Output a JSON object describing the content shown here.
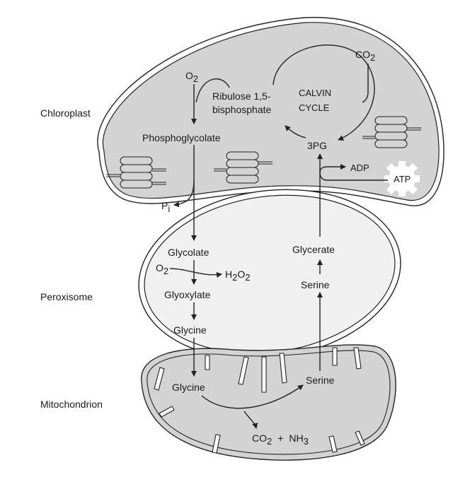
{
  "organelles": {
    "chloroplast": "Chloroplast",
    "peroxisome": "Peroxisome",
    "mitochondrion": "Mitochondrion"
  },
  "chloroplast": {
    "o2": "O",
    "o2_sub": "2",
    "rubp_line1": "Ribulose 1,5-",
    "rubp_line2": "bisphosphate",
    "calvin_line1": "CALVIN",
    "calvin_line2": "CYCLE",
    "co2": "CO",
    "co2_sub": "2",
    "phosphoglycolate": "Phosphoglycolate",
    "pg3": "3PG",
    "adp": "ADP",
    "atp": "ATP",
    "pi": "P",
    "pi_sub": "i"
  },
  "peroxisome": {
    "glycolate": "Glycolate",
    "o2": "O",
    "o2_sub": "2",
    "h2o2_a": "H",
    "h2o2_sub1": "2",
    "h2o2_b": "O",
    "h2o2_sub2": "2",
    "glyoxylate": "Glyoxylate",
    "glycine": "Glycine",
    "glycerate": "Glycerate",
    "serine": "Serine"
  },
  "mitochondrion": {
    "glycine": "Glycine",
    "serine": "Serine",
    "co2": "CO",
    "co2_sub": "2",
    "plus": "+",
    "nh3": "NH",
    "nh3_sub": "3"
  },
  "colors": {
    "organelle_fill": "#d3d3d3",
    "peroxisome_fill": "#f0f0f0",
    "line": "#222222"
  }
}
